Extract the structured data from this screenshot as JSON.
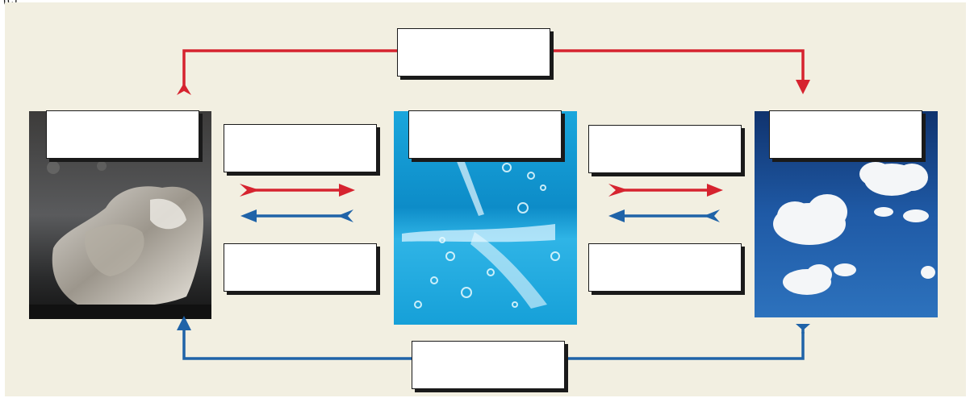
{
  "header": {
    "label": "(c)"
  },
  "colors": {
    "background": "#f2efe1",
    "warming_arrow": "#d6232f",
    "cooling_arrow": "#1f63a8",
    "box_fill": "#ffffff",
    "box_border": "#1a1a1a"
  },
  "photos": {
    "solid": {
      "subject": "ice"
    },
    "liquid": {
      "subject": "water"
    },
    "gas": {
      "subject": "clouds"
    }
  },
  "labels": {
    "top_box": "",
    "bottom_box": "",
    "ice_box": "",
    "water_box": "",
    "sky_box": "",
    "left_upper_box": "",
    "left_lower_box": "",
    "right_upper_box": "",
    "right_lower_box": ""
  }
}
